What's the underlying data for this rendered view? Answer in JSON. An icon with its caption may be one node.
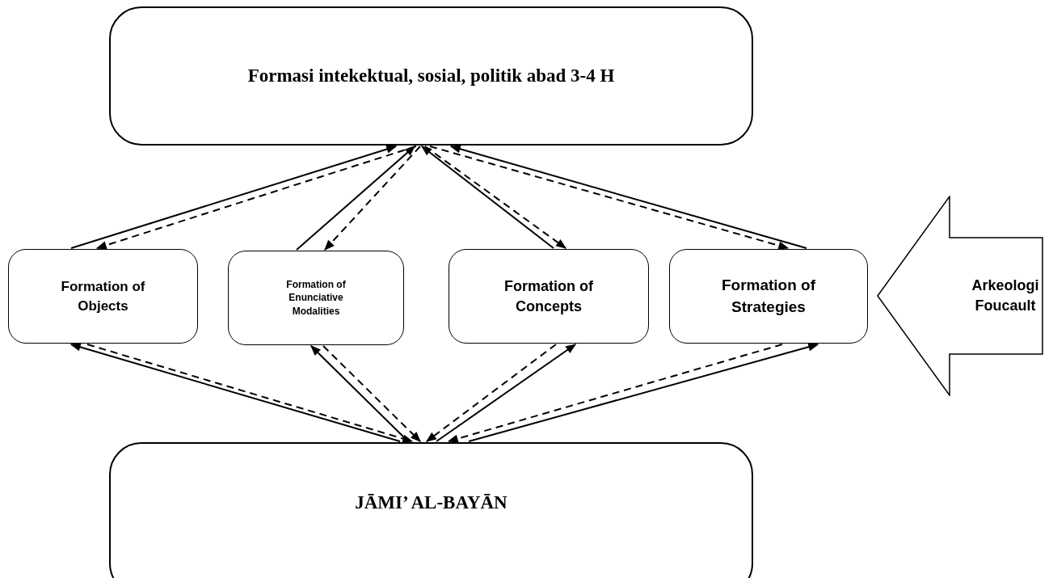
{
  "diagram": {
    "nodes": [
      {
        "text": [
          "Formasi intekektual, sosial, politik abad 3-4 H"
        ]
      },
      {
        "text": [
          "Formation of Objects"
        ]
      },
      {
        "text": [
          "Formation of Enunciative Modalities"
        ]
      },
      {
        "text": [
          "Formation of Concepts"
        ]
      },
      {
        "text": [
          "Formation of Strategies"
        ]
      },
      {
        "text": [
          "Arkeologi Foucault"
        ]
      },
      {
        "text": [
          "JĀMI’ AL-BAYĀN"
        ]
      }
    ],
    "edges": [
      {
        "from": 1,
        "to": 0,
        "arrow": "to"
      },
      {
        "from": 0,
        "to": 1,
        "arrow": "to",
        "style": "dashed"
      },
      {
        "from": 2,
        "to": 0,
        "arrow": "to"
      },
      {
        "from": 0,
        "to": 2,
        "arrow": "to",
        "style": "dashed"
      },
      {
        "from": 3,
        "to": 0,
        "arrow": "to"
      },
      {
        "from": 0,
        "to": 3,
        "arrow": "to",
        "style": "dashed"
      },
      {
        "from": 4,
        "to": 0,
        "arrow": "to"
      },
      {
        "from": 0,
        "to": 4,
        "arrow": "to",
        "style": "dashed"
      },
      {
        "from": 6,
        "to": 1,
        "arrow": "to"
      },
      {
        "from": 1,
        "to": 6,
        "arrow": "to",
        "style": "dashed"
      },
      {
        "from": 6,
        "to": 2,
        "arrow": "to"
      },
      {
        "from": 2,
        "to": 6,
        "arrow": "to",
        "style": "dashed"
      },
      {
        "from": 6,
        "to": 3,
        "arrow": "to"
      },
      {
        "from": 3,
        "to": 6,
        "arrow": "to",
        "style": "dashed"
      },
      {
        "from": 6,
        "to": 4,
        "arrow": "to"
      },
      {
        "from": 4,
        "to": 6,
        "arrow": "to",
        "style": "dashed"
      }
    ]
  }
}
